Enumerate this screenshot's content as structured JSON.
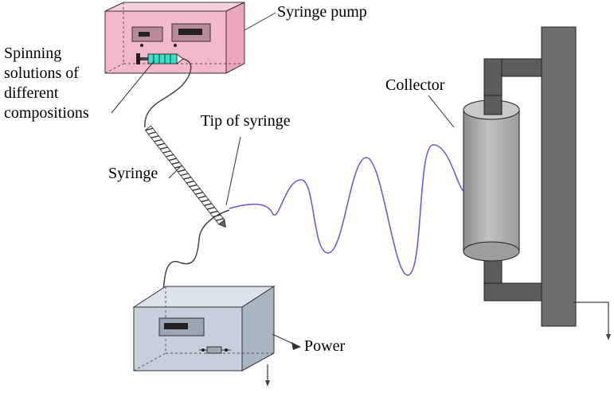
{
  "labels": {
    "syringe_pump": "Syringe pump",
    "solutions_line1": "Spinning",
    "solutions_line2": "solutions of",
    "solutions_line3": "different",
    "solutions_line4": "compositions",
    "tip": "Tip of syringe",
    "syringe": "Syringe",
    "collector": "Collector",
    "power": "Power"
  },
  "colors": {
    "pump_body": "#f4b8cc",
    "pump_top": "#f8cfdd",
    "pump_side": "#e9a6bd",
    "syringe_liquid": "#33e0c8",
    "power_body": "#c6d0da",
    "collector_body": "#b0b0b0",
    "stand": "#5c5c5c",
    "jet": "#6a5cd6"
  },
  "icons": {
    "pump": "syringe-pump-icon",
    "power": "power-supply-icon",
    "collector": "rotating-drum-collector-icon"
  }
}
